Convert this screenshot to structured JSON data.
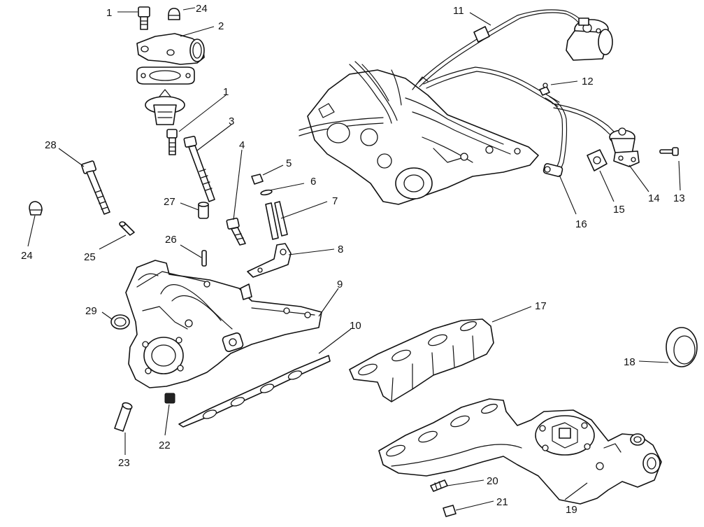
{
  "diagram": {
    "callouts": {
      "c1a": "1",
      "c1b": "1",
      "c2": "2",
      "c3": "3",
      "c4": "4",
      "c5": "5",
      "c6": "6",
      "c7": "7",
      "c8": "8",
      "c9": "9",
      "c10": "10",
      "c11": "11",
      "c12": "12",
      "c13": "13",
      "c14": "14",
      "c15": "15",
      "c16": "16",
      "c17": "17",
      "c18": "18",
      "c19": "19",
      "c20": "20",
      "c21": "21",
      "c22": "22",
      "c23": "23",
      "c24a": "24",
      "c24b": "24",
      "c25": "25",
      "c26": "26",
      "c27": "27",
      "c28": "28",
      "c29": "29"
    }
  }
}
